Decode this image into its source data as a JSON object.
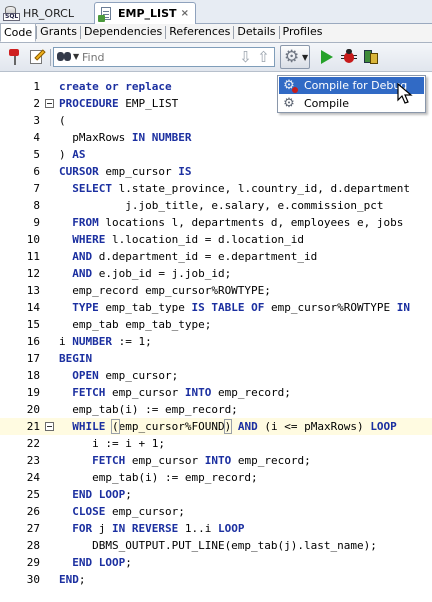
{
  "doc_tabs": [
    {
      "label": "HR_ORCL",
      "icon": "db-connection-icon",
      "active": false
    },
    {
      "label": "EMP_LIST",
      "icon": "procedure-icon",
      "active": true
    }
  ],
  "doc_tab_close": "×",
  "sub_tabs": [
    "Code",
    "Grants",
    "Dependencies",
    "References",
    "Details",
    "Profiles"
  ],
  "toolbar": {
    "find_placeholder": "Find",
    "buttons": [
      "pin-icon",
      "edit-icon",
      "find-next-icon",
      "find-prev-icon",
      "compile-icon",
      "run-icon",
      "debug-icon",
      "profile-icon"
    ]
  },
  "compile_menu": {
    "items": [
      {
        "label": "Compile for Debug",
        "icon": "compile-debug-icon",
        "highlighted": true
      },
      {
        "label": "Compile",
        "icon": "compile-icon",
        "highlighted": false
      }
    ]
  },
  "editor": {
    "highlight_color": "#fffbe1",
    "keyword_color": "#1b2fa0",
    "lines": [
      {
        "n": "1",
        "fold": false,
        "hl": false,
        "segs": [
          [
            "kw",
            "create or replace"
          ]
        ]
      },
      {
        "n": "2",
        "fold": true,
        "hl": false,
        "segs": [
          [
            "kw",
            "PROCEDURE"
          ],
          [
            "t",
            " EMP_LIST"
          ]
        ]
      },
      {
        "n": "3",
        "fold": false,
        "hl": false,
        "segs": [
          [
            "t",
            "("
          ]
        ]
      },
      {
        "n": "4",
        "fold": false,
        "hl": false,
        "segs": [
          [
            "t",
            "  pMaxRows "
          ],
          [
            "kw",
            "IN NUMBER"
          ]
        ]
      },
      {
        "n": "5",
        "fold": false,
        "hl": false,
        "segs": [
          [
            "t",
            ") "
          ],
          [
            "kw",
            "AS"
          ]
        ]
      },
      {
        "n": "6",
        "fold": false,
        "hl": false,
        "segs": [
          [
            "kw",
            "CURSOR"
          ],
          [
            "t",
            " emp_cursor "
          ],
          [
            "kw",
            "IS"
          ]
        ]
      },
      {
        "n": "7",
        "fold": false,
        "hl": false,
        "segs": [
          [
            "t",
            "  "
          ],
          [
            "kw",
            "SELECT"
          ],
          [
            "t",
            " l.state_province, l.country_id, d.department"
          ]
        ]
      },
      {
        "n": "8",
        "fold": false,
        "hl": false,
        "segs": [
          [
            "t",
            "          j.job_title, e.salary, e.commission_pct"
          ]
        ]
      },
      {
        "n": "9",
        "fold": false,
        "hl": false,
        "segs": [
          [
            "t",
            "  "
          ],
          [
            "kw",
            "FROM"
          ],
          [
            "t",
            " locations l, departments d, employees e, jobs"
          ]
        ]
      },
      {
        "n": "10",
        "fold": false,
        "hl": false,
        "segs": [
          [
            "t",
            "  "
          ],
          [
            "kw",
            "WHERE"
          ],
          [
            "t",
            " l.location_id = d.location_id"
          ]
        ]
      },
      {
        "n": "11",
        "fold": false,
        "hl": false,
        "segs": [
          [
            "t",
            "  "
          ],
          [
            "kw",
            "AND"
          ],
          [
            "t",
            " d.department_id = e.department_id"
          ]
        ]
      },
      {
        "n": "12",
        "fold": false,
        "hl": false,
        "segs": [
          [
            "t",
            "  "
          ],
          [
            "kw",
            "AND"
          ],
          [
            "t",
            " e.job_id = j.job_id;"
          ]
        ]
      },
      {
        "n": "13",
        "fold": false,
        "hl": false,
        "segs": [
          [
            "t",
            "  emp_record emp_cursor%ROWTYPE;"
          ]
        ]
      },
      {
        "n": "14",
        "fold": false,
        "hl": false,
        "segs": [
          [
            "t",
            "  "
          ],
          [
            "kw",
            "TYPE"
          ],
          [
            "t",
            " emp_tab_type "
          ],
          [
            "kw",
            "IS TABLE OF"
          ],
          [
            "t",
            " emp_cursor%ROWTYPE "
          ],
          [
            "kw",
            "IN"
          ]
        ]
      },
      {
        "n": "15",
        "fold": false,
        "hl": false,
        "segs": [
          [
            "t",
            "  emp_tab emp_tab_type;"
          ]
        ]
      },
      {
        "n": "16",
        "fold": false,
        "hl": false,
        "segs": [
          [
            "t",
            "i "
          ],
          [
            "kw",
            "NUMBER"
          ],
          [
            "t",
            " := 1;"
          ]
        ]
      },
      {
        "n": "17",
        "fold": false,
        "hl": false,
        "segs": [
          [
            "kw",
            "BEGIN"
          ]
        ]
      },
      {
        "n": "18",
        "fold": false,
        "hl": false,
        "segs": [
          [
            "t",
            "  "
          ],
          [
            "kw",
            "OPEN"
          ],
          [
            "t",
            " emp_cursor;"
          ]
        ]
      },
      {
        "n": "19",
        "fold": false,
        "hl": false,
        "segs": [
          [
            "t",
            "  "
          ],
          [
            "kw",
            "FETCH"
          ],
          [
            "t",
            " emp_cursor "
          ],
          [
            "kw",
            "INTO"
          ],
          [
            "t",
            " emp_record;"
          ]
        ]
      },
      {
        "n": "20",
        "fold": false,
        "hl": false,
        "segs": [
          [
            "t",
            "  emp_tab(i) := emp_record;"
          ]
        ]
      },
      {
        "n": "21",
        "fold": true,
        "hl": true,
        "segs": [
          [
            "t",
            "  "
          ],
          [
            "kw",
            "WHILE"
          ],
          [
            "t",
            " "
          ],
          [
            "bm",
            "("
          ],
          [
            "t",
            "emp_cursor%FOUND"
          ],
          [
            "bm",
            ")"
          ],
          [
            "t",
            " "
          ],
          [
            "kw",
            "AND"
          ],
          [
            "t",
            " (i <= pMaxRows) "
          ],
          [
            "kw",
            "LOOP"
          ]
        ]
      },
      {
        "n": "22",
        "fold": false,
        "hl": false,
        "segs": [
          [
            "t",
            "     i := i + 1;"
          ]
        ]
      },
      {
        "n": "23",
        "fold": false,
        "hl": false,
        "segs": [
          [
            "t",
            "     "
          ],
          [
            "kw",
            "FETCH"
          ],
          [
            "t",
            " emp_cursor "
          ],
          [
            "kw",
            "INTO"
          ],
          [
            "t",
            " emp_record;"
          ]
        ]
      },
      {
        "n": "24",
        "fold": false,
        "hl": false,
        "segs": [
          [
            "t",
            "     emp_tab(i) := emp_record;"
          ]
        ]
      },
      {
        "n": "25",
        "fold": false,
        "hl": false,
        "segs": [
          [
            "t",
            "  "
          ],
          [
            "kw",
            "END LOOP"
          ],
          [
            "t",
            ";"
          ]
        ]
      },
      {
        "n": "26",
        "fold": false,
        "hl": false,
        "segs": [
          [
            "t",
            "  "
          ],
          [
            "kw",
            "CLOSE"
          ],
          [
            "t",
            " emp_cursor;"
          ]
        ]
      },
      {
        "n": "27",
        "fold": false,
        "hl": false,
        "segs": [
          [
            "t",
            "  "
          ],
          [
            "kw",
            "FOR"
          ],
          [
            "t",
            " j "
          ],
          [
            "kw",
            "IN REVERSE"
          ],
          [
            "t",
            " 1..i "
          ],
          [
            "kw",
            "LOOP"
          ]
        ]
      },
      {
        "n": "28",
        "fold": false,
        "hl": false,
        "segs": [
          [
            "t",
            "     DBMS_OUTPUT.PUT_LINE(emp_tab(j).last_name);"
          ]
        ]
      },
      {
        "n": "29",
        "fold": false,
        "hl": false,
        "segs": [
          [
            "t",
            "  "
          ],
          [
            "kw",
            "END LOOP"
          ],
          [
            "t",
            ";"
          ]
        ]
      },
      {
        "n": "30",
        "fold": false,
        "hl": false,
        "segs": [
          [
            "kw",
            "END"
          ],
          [
            "t",
            ";"
          ]
        ]
      }
    ]
  }
}
